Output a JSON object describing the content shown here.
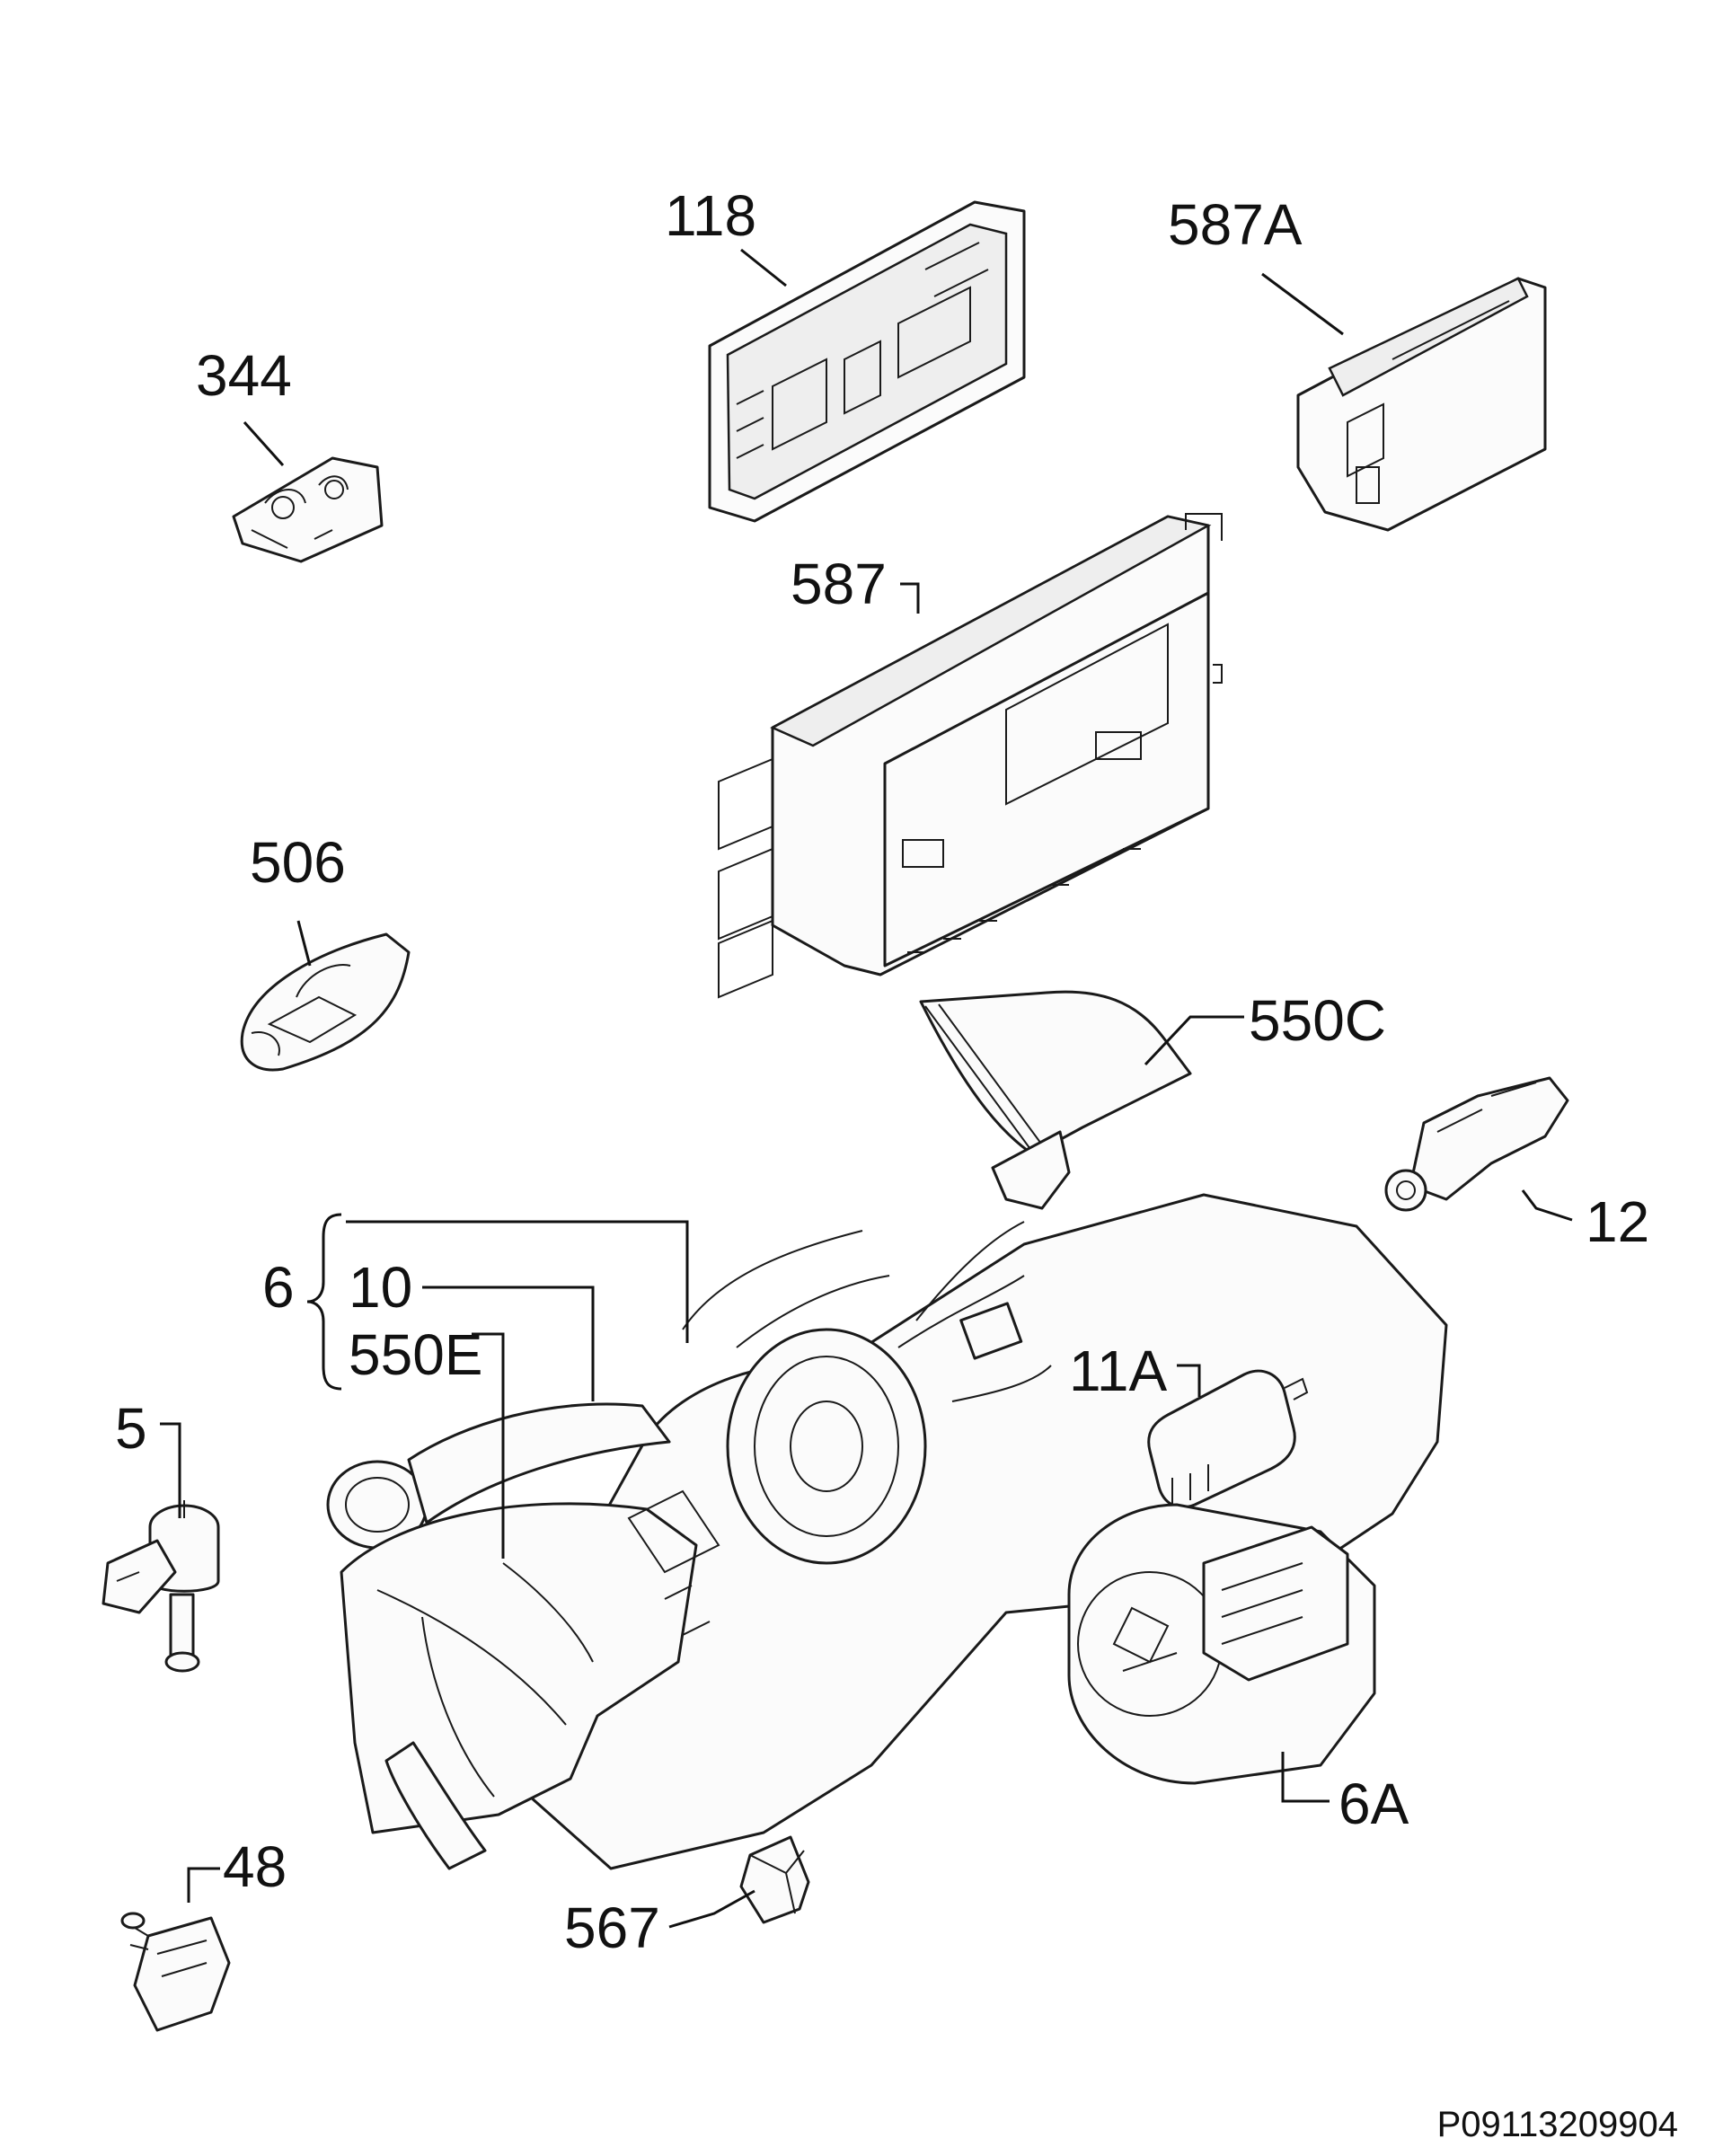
{
  "labels": {
    "p118": "118",
    "p587A": "587A",
    "p344": "344",
    "p587": "587",
    "p506": "506",
    "p550C": "550C",
    "p12": "12",
    "p6": "6",
    "p10": "10",
    "p550E": "550E",
    "p11A": "11A",
    "p5": "5",
    "p6A": "6A",
    "p48": "48",
    "p567": "567"
  },
  "reference": "P09113209904"
}
